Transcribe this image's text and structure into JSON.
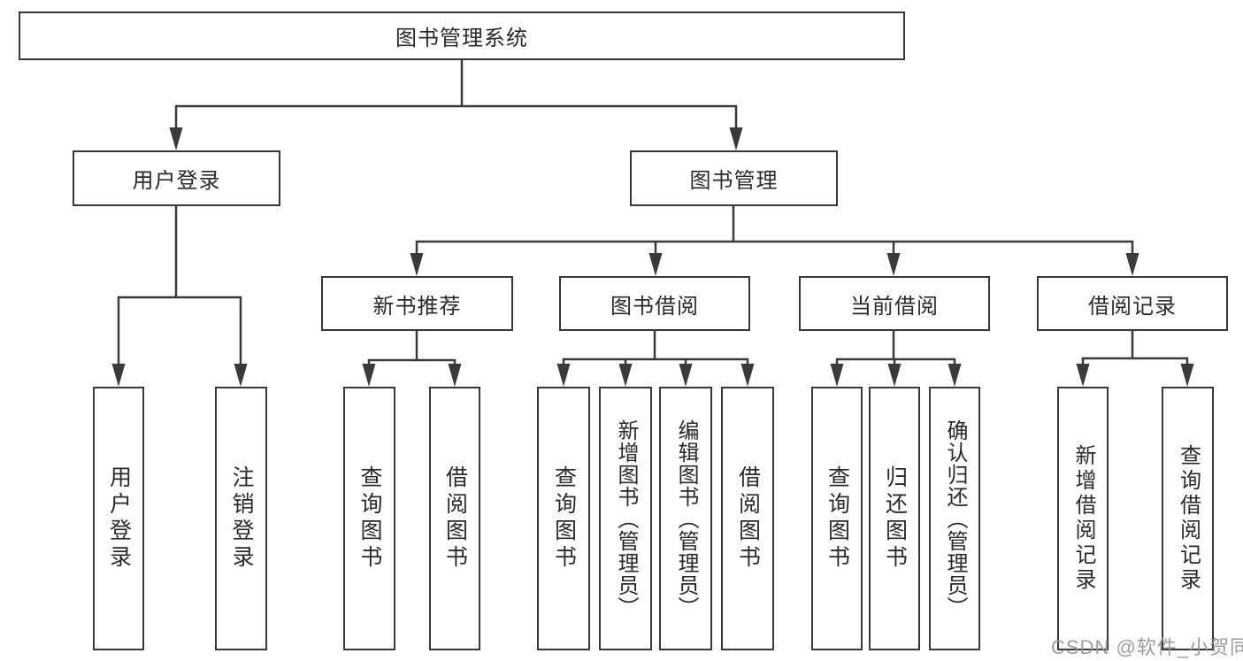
{
  "colors": {
    "line": "#3a3a3a",
    "box_border": "#383838",
    "text": "#2a2a2a",
    "watermark_text": "#969696",
    "background": "#ffffff"
  },
  "diagram_type": "hierarchy-tree",
  "tree": {
    "label": "图书管理系统",
    "children": [
      {
        "label": "用户登录",
        "children": [
          {
            "label": "用户登录"
          },
          {
            "label": "注销登录"
          }
        ]
      },
      {
        "label": "图书管理",
        "children": [
          {
            "label": "新书推荐",
            "children": [
              {
                "label": "查询图书"
              },
              {
                "label": "借阅图书"
              }
            ]
          },
          {
            "label": "图书借阅",
            "children": [
              {
                "label": "查询图书"
              },
              {
                "label": "新增图书（管理员）"
              },
              {
                "label": "编辑图书（管理员）"
              },
              {
                "label": "借阅图书"
              }
            ]
          },
          {
            "label": "当前借阅",
            "children": [
              {
                "label": "查询图书"
              },
              {
                "label": "归还图书"
              },
              {
                "label": "确认归还（管理员）"
              }
            ]
          },
          {
            "label": "借阅记录",
            "children": [
              {
                "label": "新增借阅记录"
              },
              {
                "label": "查询借阅记录"
              }
            ]
          }
        ]
      }
    ]
  },
  "watermark": {
    "text": "CSDN @软件_小贺同学"
  }
}
